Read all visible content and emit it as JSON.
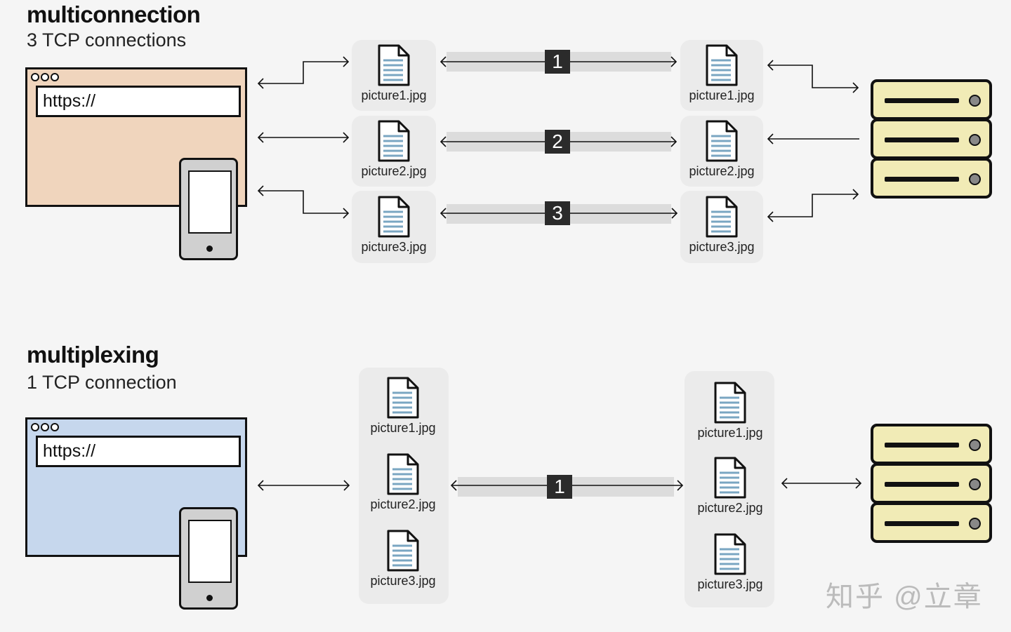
{
  "top": {
    "title": "multiconnection",
    "subtitle": "3 TCP connections",
    "url": "https://",
    "files": [
      "picture1.jpg",
      "picture2.jpg",
      "picture3.jpg"
    ],
    "connections": [
      "1",
      "2",
      "3"
    ],
    "browser_color": "#f0d5bd"
  },
  "bottom": {
    "title": "multiplexing",
    "subtitle": "1 TCP connection",
    "url": "https://",
    "files": [
      "picture1.jpg",
      "picture2.jpg",
      "picture3.jpg"
    ],
    "connections": [
      "1"
    ],
    "browser_color": "#c6d7ed"
  },
  "watermark": "知乎 @立章",
  "icons": {
    "file": "document-icon",
    "server": "server-rack-icon",
    "phone": "mobile-phone-icon"
  }
}
